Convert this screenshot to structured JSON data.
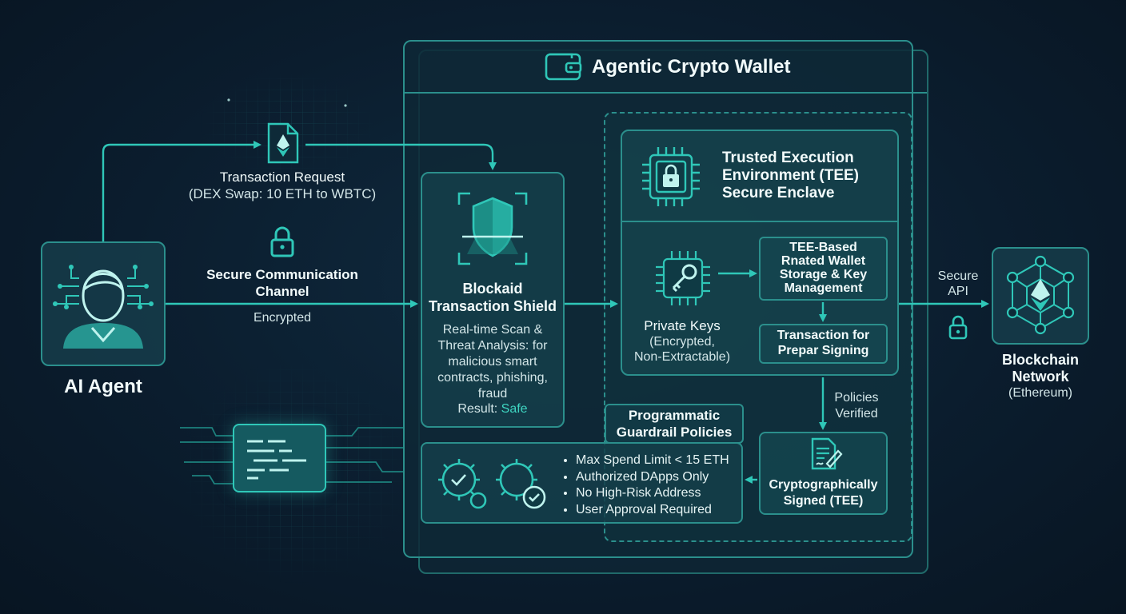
{
  "wallet_title": "Agentic Crypto Wallet",
  "agent": {
    "label": "AI Agent"
  },
  "request": {
    "title": "Transaction Request",
    "detail": "(DEX Swap: 10 ETH to WBTC)"
  },
  "channel": {
    "title_line1": "Secure Communication",
    "title_line2": "Channel",
    "status": "Encrypted"
  },
  "shield": {
    "title_line1": "Blockaid",
    "title_line2": "Transaction Shield",
    "desc_lines": [
      "Real-time Scan &",
      "Threat Analysis: for",
      "malicious smart",
      "contracts, phishing,",
      "fraud"
    ],
    "result_label": "Result:",
    "result_value": "Safe"
  },
  "tee": {
    "title_lines": [
      "Trusted Execution",
      "Environment (TEE)",
      "Secure Enclave"
    ]
  },
  "private_keys": {
    "title": "Private Keys",
    "detail_line1": "(Encrypted,",
    "detail_line2": "Non-Extractable)"
  },
  "storage": {
    "lines": [
      "TEE-Based",
      "Rnated Wallet",
      "Storage & Key",
      "Management"
    ]
  },
  "prep": {
    "lines": [
      "Transaction for",
      "Prepar Signing"
    ]
  },
  "policies_verified": {
    "line1": "Policies",
    "line2": "Verified"
  },
  "signed": {
    "line1": "Cryptographically",
    "line2": "Signed (TEE)"
  },
  "guardrail": {
    "title_line1": "Programmatic",
    "title_line2": "Guardrail Policies",
    "items": [
      "Max Spend Limit < 15 ETH",
      "Authorized DApps Only",
      "No High-Risk Address",
      "User Approval Required"
    ]
  },
  "secure_api": {
    "line1": "Secure",
    "line2": "API"
  },
  "blockchain": {
    "line1": "Blockchain",
    "line2": "Network",
    "line3": "(Ethereum)"
  },
  "colors": {
    "background": "#0b1d2e",
    "accent": "#2fc7b8",
    "border": "#2b8f8c",
    "safe": "#3fd6c2"
  },
  "icons": [
    "document-ethereum-icon",
    "lock-icon",
    "agent-avatar-icon",
    "shield-scan-icon",
    "wallet-icon",
    "chip-lock-icon",
    "chip-key-icon",
    "signed-document-icon",
    "gear-check-icon",
    "ethereum-network-icon",
    "code-terminal-icon"
  ]
}
